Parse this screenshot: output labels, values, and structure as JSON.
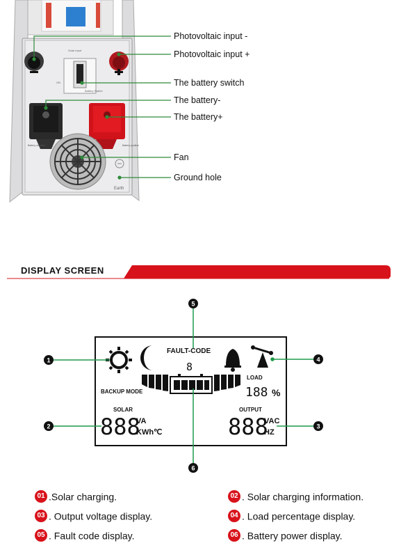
{
  "top_diagram": {
    "labels": [
      "Photovoltaic input -",
      "Photovoltaic input +",
      "The battery switch",
      "The battery-",
      "The battery+",
      "Fan",
      "Ground hole"
    ],
    "panel_text": {
      "solar_input": "Solar input",
      "on": "ON",
      "battery_switch": "Battery Switch",
      "battery_neg": "Battery negative",
      "battery_pos": "Battery positive",
      "earth": "Earth"
    }
  },
  "section": {
    "title": "DISPLAY SCREEN"
  },
  "lcd": {
    "fault_code": "FAULT-CODE",
    "fault_digit": "8",
    "backup_mode": "BACKUP MODE",
    "load": "LOAD",
    "load_value": "188",
    "percent": "%",
    "solar": "SOLAR",
    "solar_value": "888",
    "va": "VA",
    "kwhc": "KWh℃",
    "output": "OUTPUT",
    "output_value": "888",
    "vac": "VAC",
    "hz": "HZ",
    "markers": [
      "1",
      "2",
      "3",
      "4",
      "5",
      "6"
    ]
  },
  "legend": [
    {
      "num": "01",
      "text": ".Solar charging."
    },
    {
      "num": "02",
      "text": ". Solar charging information."
    },
    {
      "num": "03",
      "text": ". Output voltage display."
    },
    {
      "num": "04",
      "text": ". Load percentage display."
    },
    {
      "num": "05",
      "text": ". Fault code display."
    },
    {
      "num": "06",
      "text": ". Battery power display."
    }
  ],
  "colors": {
    "accent": "#d8121b",
    "callout_line": "#2f8a3a",
    "lcd_line": "#1f9a4a"
  }
}
